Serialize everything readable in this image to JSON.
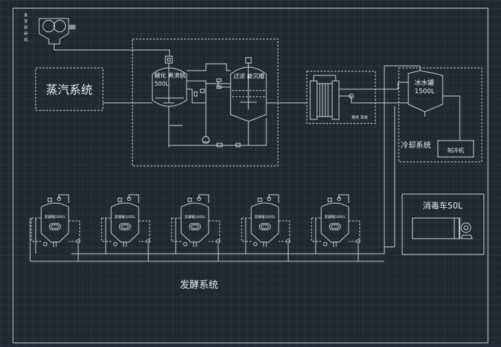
{
  "labels": {
    "crusher": "麦芽粉碎机",
    "steam_system": "蒸汽系统",
    "mash_tun": "糖化 煮沸锅",
    "mash_tun_vol": "500L",
    "lauter_tun": "过滤 旋沉槽",
    "plate_hx": "换热 系统",
    "ice_tank": "冰水罐",
    "ice_tank_vol": "1500L",
    "cooling_system": "冷却系统",
    "chiller": "制冷机",
    "cip_cart": "消毒车50L",
    "fermenter": "发酵罐1000L",
    "fermentation_system": "发酵系统"
  },
  "colors": {
    "background": "#212830",
    "grid": "#2b333d",
    "line": "#d8dde2",
    "text": "#e8ecef"
  }
}
